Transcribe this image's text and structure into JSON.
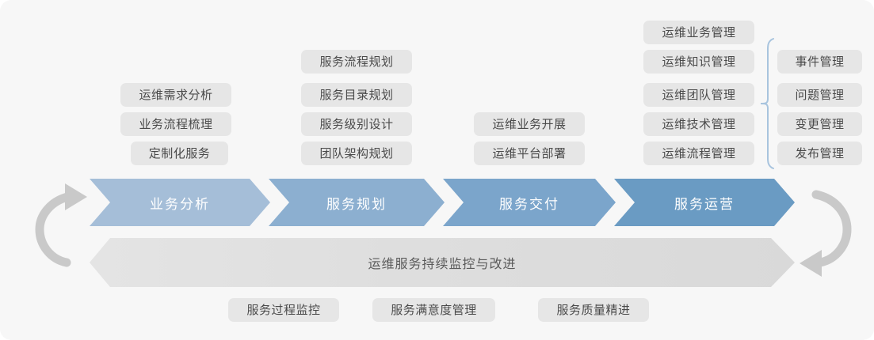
{
  "diagram": {
    "title_text": "运维服务持续监控与改进",
    "colors": {
      "background": "#f7f7f7",
      "pill_bg": "#e6e6e6",
      "pill_text": "#4a4a4a",
      "stage1": "#a5bed8",
      "stage2": "#8cafd0",
      "stage3": "#7ba5cb",
      "stage4": "#6a9bc3",
      "banner_bg": "#dedede",
      "banner_text": "#5a5a5a",
      "cycle_arrow": "#c9c9c9",
      "brace": "#a8c4de"
    },
    "stages": [
      {
        "name": "业务分析",
        "color": "#a5bed8",
        "items": [
          "运维需求分析",
          "业务流程梳理",
          "定制化服务"
        ]
      },
      {
        "name": "服务规划",
        "color": "#8cafd0",
        "items": [
          "服务流程规划",
          "服务目录规划",
          "服务级别设计",
          "团队架构规划"
        ]
      },
      {
        "name": "服务交付",
        "color": "#7ba5cb",
        "items": [
          "运维业务开展",
          "运维平台部署"
        ]
      },
      {
        "name": "服务运营",
        "color": "#6a9bc3",
        "items": [
          "运维业务管理",
          "运维知识管理",
          "运维团队管理",
          "运维技术管理",
          "运维流程管理"
        ]
      }
    ],
    "detail_column": {
      "items": [
        "事件管理",
        "问题管理",
        "变更管理",
        "发布管理"
      ]
    },
    "bottom_items": [
      "服务过程监控",
      "服务满意度管理",
      "服务质量精进"
    ],
    "icons": {
      "cycle_left": "refresh-cycle-arrow-icon",
      "cycle_right": "refresh-cycle-arrow-icon",
      "brace": "curly-brace-connector-icon"
    }
  }
}
